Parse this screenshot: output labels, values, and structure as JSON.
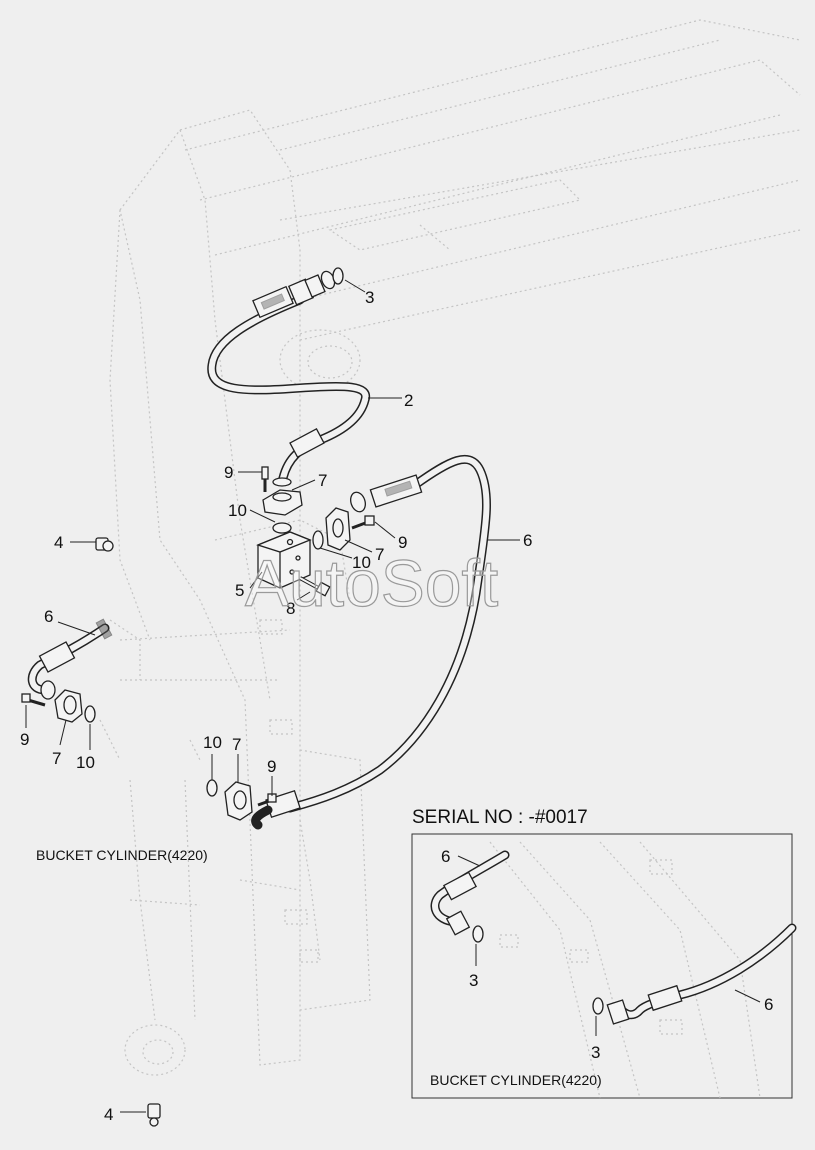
{
  "diagram": {
    "watermark": "AutoSoft",
    "main_caption": "BUCKET CYLINDER(4220)",
    "callouts": {
      "c3_top": "3",
      "c2": "2",
      "c9_upper": "9",
      "c7_upper": "7",
      "c10_upper": "10",
      "c7_right": "7",
      "c9_right": "9",
      "c10_right": "10",
      "c6_right": "6",
      "c4_left": "4",
      "c5": "5",
      "c8": "8",
      "c6_left": "6",
      "c9_left": "9",
      "c7_left": "7",
      "c10_left": "10",
      "c10_mid": "10",
      "c7_mid": "7",
      "c9_mid": "9",
      "c4_bottom": "4"
    },
    "inset": {
      "serial_label": "SERIAL NO : -#0017",
      "caption": "BUCKET CYLINDER(4220)",
      "callouts": {
        "c6_top": "6",
        "c3_left": "3",
        "c3_bottom": "3",
        "c6_right": "6"
      }
    }
  }
}
